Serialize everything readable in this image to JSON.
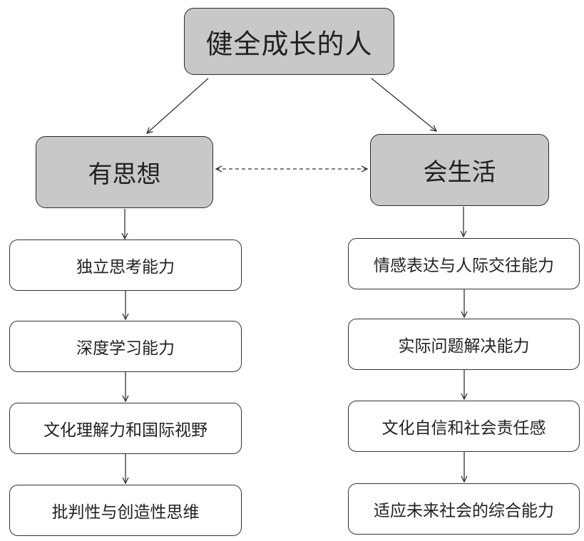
{
  "root": {
    "label": "健全成长的人"
  },
  "branches": [
    {
      "label": "有思想",
      "items": [
        "独立思考能力",
        "深度学习能力",
        "文化理解力和国际视野",
        "批判性与创造性思维"
      ]
    },
    {
      "label": "会生活",
      "items": [
        "情感表达与人际交往能力",
        "实际问题解决能力",
        "文化自信和社会责任感",
        "适应未来社会的综合能力"
      ]
    }
  ],
  "colors": {
    "header_fill": "#c8c8c8",
    "border": "#333333",
    "text": "#222222"
  }
}
